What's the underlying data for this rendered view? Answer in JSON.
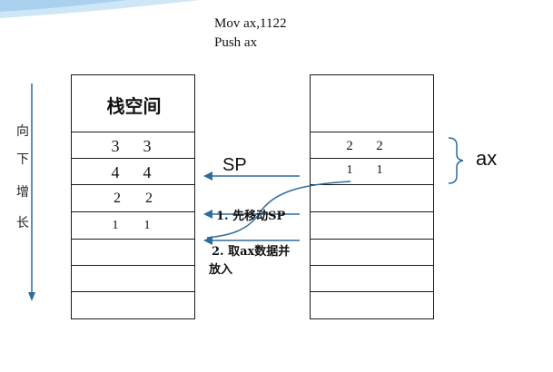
{
  "code": {
    "line1": "Mov  ax,1122",
    "line2": "Push ax"
  },
  "left_stack": {
    "title": "栈空间",
    "rows": [
      {
        "a": "3",
        "b": "3"
      },
      {
        "a": "4",
        "b": "4"
      },
      {
        "a": "2",
        "b": "2"
      },
      {
        "a": "1",
        "b": "1"
      },
      {
        "a": "",
        "b": ""
      },
      {
        "a": "",
        "b": ""
      },
      {
        "a": "",
        "b": ""
      }
    ]
  },
  "right_stack": {
    "rows": [
      {
        "a": "2",
        "b": "2"
      },
      {
        "a": "1",
        "b": "1"
      }
    ]
  },
  "direction_label": [
    "向",
    "下",
    "增",
    "长"
  ],
  "labels": {
    "sp": "SP",
    "ax": "ax",
    "step1": "1. 先移动SP",
    "step2_line1": "2. 取ax数据并",
    "step2_line2": "放入"
  },
  "colors": {
    "arrow": "#2e6c9c",
    "deco": "#bcd9ef"
  }
}
